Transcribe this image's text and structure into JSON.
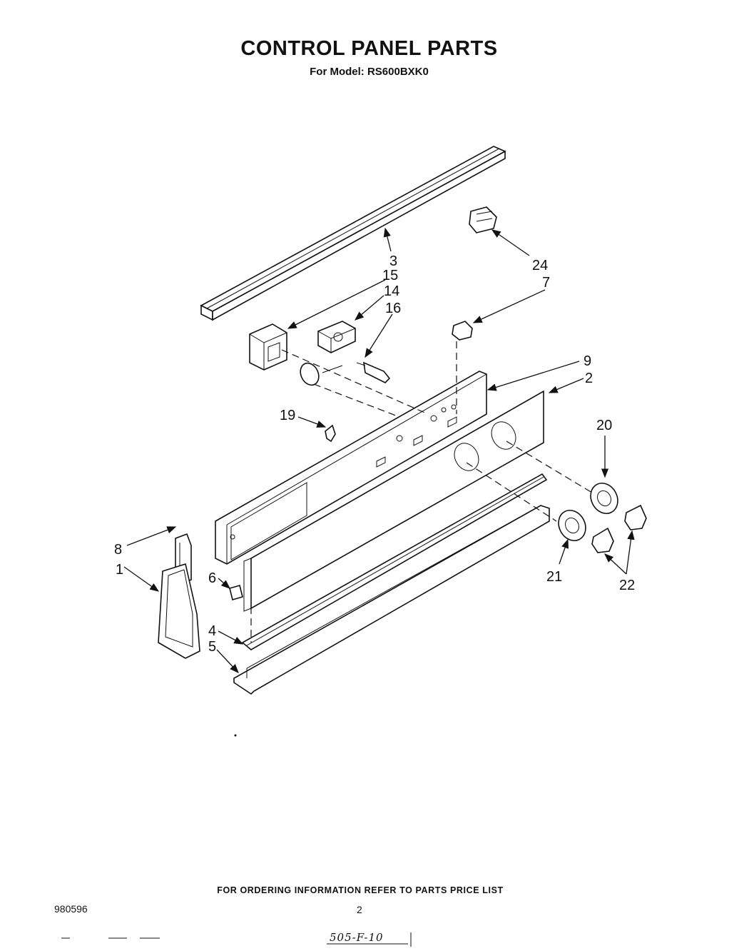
{
  "header": {
    "title": "CONTROL PANEL PARTS",
    "model_line": "For Model: RS600BXK0"
  },
  "footer": {
    "ordering_note": "FOR ORDERING INFORMATION REFER TO PARTS PRICE LIST",
    "document_number": "980596",
    "page_number": "2",
    "handwritten_code": "505-F-10"
  },
  "callouts": {
    "c1": "1",
    "c2": "2",
    "c3": "3",
    "c4": "4",
    "c5": "5",
    "c6": "6",
    "c7": "7",
    "c8": "8",
    "c9": "9",
    "c14": "14",
    "c15": "15",
    "c16": "16",
    "c19": "19",
    "c20": "20",
    "c21": "21",
    "c22": "22",
    "c24": "24"
  }
}
